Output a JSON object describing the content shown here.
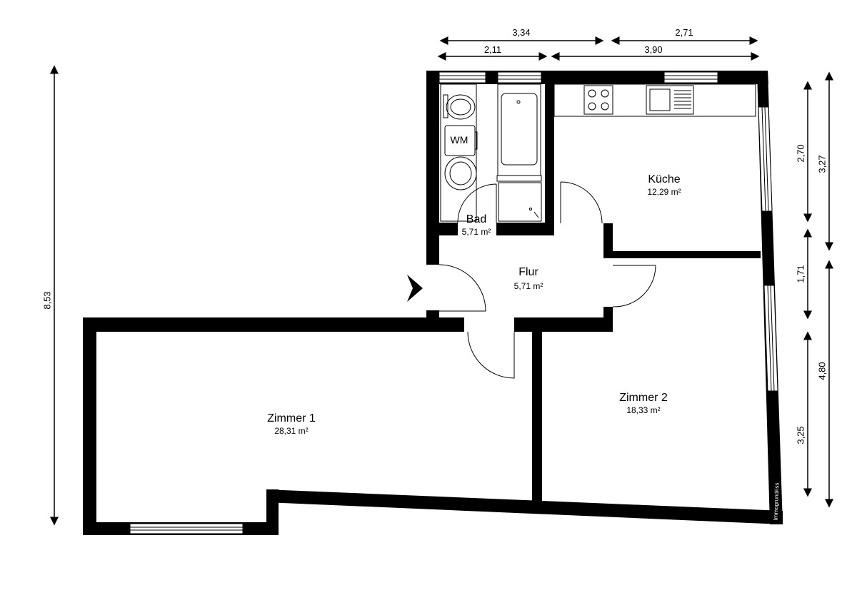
{
  "rooms": [
    {
      "name": "Bad",
      "area": "5,71 m²"
    },
    {
      "name": "Küche",
      "area": "12,29 m²"
    },
    {
      "name": "Flur",
      "area": "5,71 m²"
    },
    {
      "name": "Zimmer 1",
      "area": "28,31 m²"
    },
    {
      "name": "Zimmer 2",
      "area": "18,33 m²"
    }
  ],
  "fixtures": {
    "washing_machine": "WM"
  },
  "dimensions": {
    "top_outer": [
      "3,34",
      "2,71"
    ],
    "top_inner": [
      "2,11",
      "3,90"
    ],
    "left_total": "8,53",
    "right_inner": [
      "2,70",
      "1,71",
      "3,25"
    ],
    "right_outer": [
      "3,27",
      "4,80"
    ]
  },
  "watermark": "Immogrundriss",
  "colors": {
    "wall": "#000000",
    "background": "#ffffff"
  }
}
